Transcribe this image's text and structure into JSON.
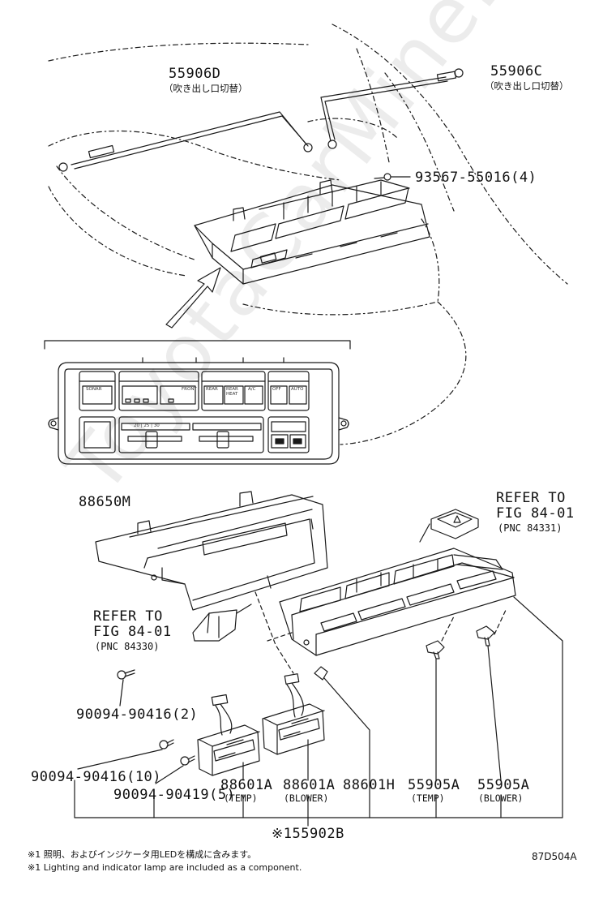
{
  "callouts": {
    "p55906D": {
      "code": "55906D",
      "desc": "（吹き出し口切替）"
    },
    "p55906C": {
      "code": "55906C",
      "desc": "（吹き出し口切替）"
    },
    "p93567": {
      "code": "93567-55016(4)"
    },
    "p88650M": {
      "code": "88650M"
    },
    "refer_right": {
      "line1": "REFER TO",
      "line2": "FIG 84-01",
      "pnc": "(PNC 84331)"
    },
    "refer_left": {
      "line1": "REFER TO",
      "line2": "FIG 84-01",
      "pnc": "(PNC 84330)"
    },
    "p90094_2": {
      "code": "90094-90416(2)"
    },
    "p90094_10": {
      "code": "90094-90416(10)"
    },
    "p90094_5": {
      "code": "90094-90419(5)"
    },
    "p88601A_temp": {
      "code": "88601A",
      "desc": "(TEMP)"
    },
    "p88601A_blower": {
      "code": "88601A",
      "desc": "(BLOWER)"
    },
    "p88601H": {
      "code": "88601H"
    },
    "p55905A_temp": {
      "code": "55905A",
      "desc": "(TEMP)"
    },
    "p55905A_blower": {
      "code": "55905A",
      "desc": "(BLOWER)"
    },
    "p55902B": {
      "code": "※155902B"
    }
  },
  "panel": {
    "buttons": [
      "SONAR",
      "FRONT",
      "REAR",
      "REAR HEAT",
      "A/C",
      "OFF",
      "AUTO"
    ],
    "scale": "20 | 25 | 30"
  },
  "notes": {
    "jp": "※1 照明、およびインジケータ用LEDを構成に含みます。",
    "en": "※1 Lighting and indicator lamp are included as a component."
  },
  "figure_id": "87D504A",
  "watermark": "ToyotaCarMine.ru",
  "colors": {
    "line": "#1a1a1a",
    "background": "#ffffff"
  }
}
